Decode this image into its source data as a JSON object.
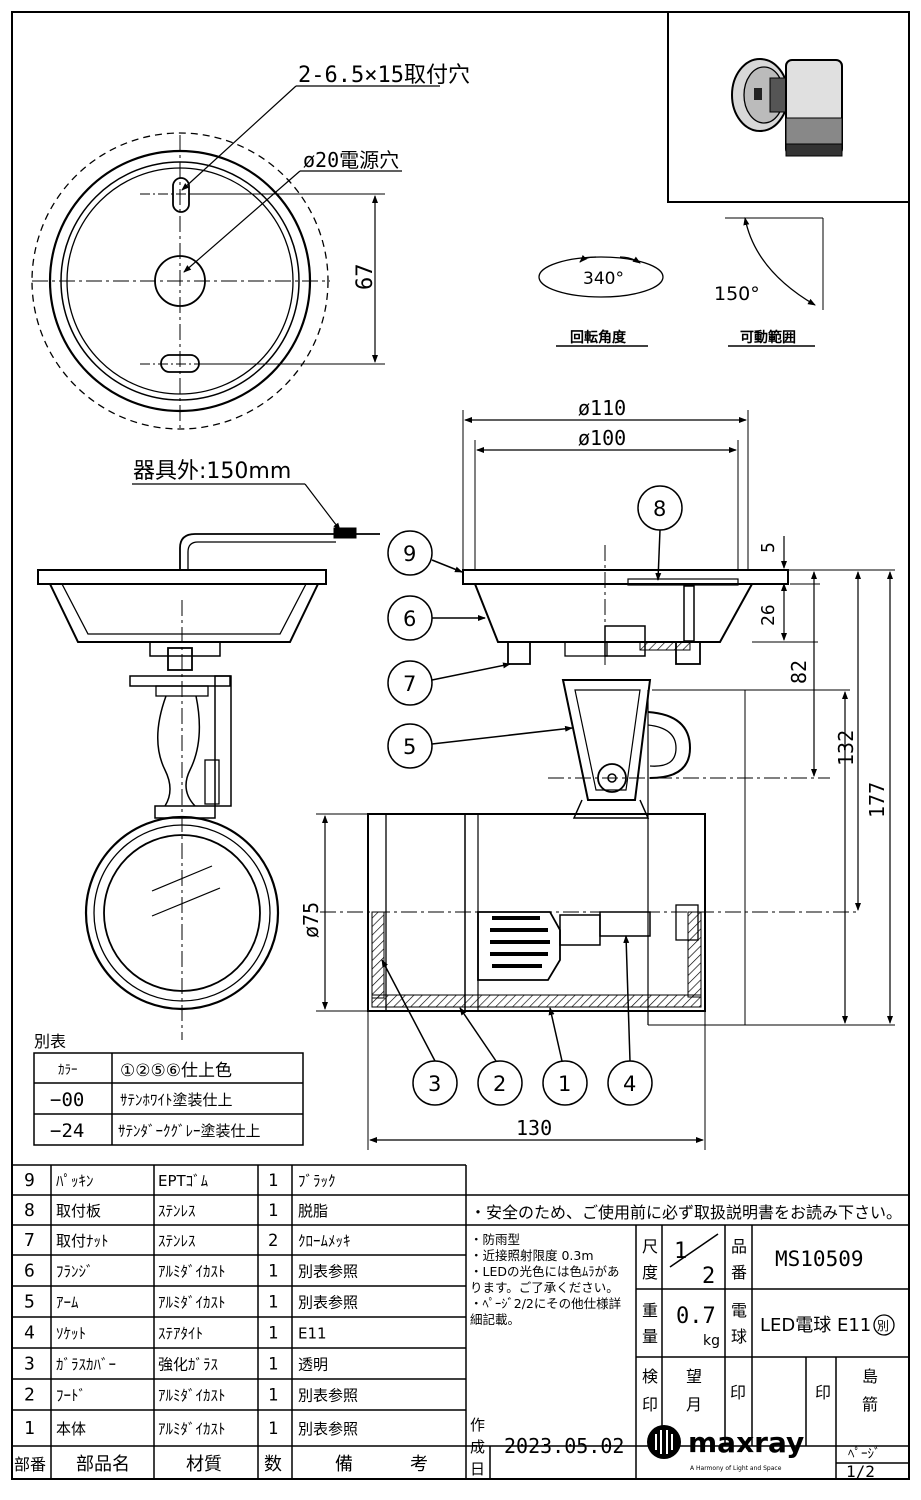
{
  "top_view": {
    "hole_label": "2-6.5×15取付穴",
    "power_hole_label": "ø20電源穴",
    "dim_67": "67"
  },
  "rotation": {
    "angle": "340°",
    "label": "回転角度"
  },
  "movable": {
    "angle": "150°",
    "label": "可動範囲"
  },
  "cable_label": "器具外:150mm",
  "dims": {
    "d110": "ø110",
    "d100": "ø100",
    "d5": "5",
    "d26": "26",
    "d82": "82",
    "d132": "132",
    "d177": "177",
    "d75": "ø75",
    "d130": "130"
  },
  "balloons": [
    "9",
    "6",
    "7",
    "5",
    "8",
    "3",
    "2",
    "1",
    "4"
  ],
  "betsuhyo": {
    "title": "別表",
    "header": [
      "ｶﾗｰ",
      "①②⑤⑥仕上色"
    ],
    "rows": [
      [
        "−00",
        "ｻﾃﾝﾎﾜｲﾄ塗装仕上"
      ],
      [
        "−24",
        "ｻﾃﾝﾀﾞｰｸｸﾞﾚｰ塗装仕上"
      ]
    ]
  },
  "parts": [
    [
      "9",
      "ﾊﾟｯｷﾝ",
      "EPTｺﾞﾑ",
      "1",
      "ﾌﾞﾗｯｸ"
    ],
    [
      "8",
      "取付板",
      "ｽﾃﾝﾚｽ",
      "1",
      "脱脂"
    ],
    [
      "7",
      "取付ﾅｯﾄ",
      "ｽﾃﾝﾚｽ",
      "2",
      "ｸﾛｰﾑﾒｯｷ"
    ],
    [
      "6",
      "ﾌﾗﾝｼﾞ",
      "ｱﾙﾐﾀﾞｲｶｽﾄ",
      "1",
      "別表参照"
    ],
    [
      "5",
      "ｱｰﾑ",
      "ｱﾙﾐﾀﾞｲｶｽﾄ",
      "1",
      "別表参照"
    ],
    [
      "4",
      "ｿｹｯﾄ",
      "ｽﾃｱﾀｲﾄ",
      "1",
      "E11"
    ],
    [
      "3",
      "ｶﾞﾗｽｶﾊﾞｰ",
      "強化ｶﾞﾗｽ",
      "1",
      "透明"
    ],
    [
      "2",
      "ﾌｰﾄﾞ",
      "ｱﾙﾐﾀﾞｲｶｽﾄ",
      "1",
      "別表参照"
    ],
    [
      "1",
      "本体",
      "ｱﾙﾐﾀﾞｲｶｽﾄ",
      "1",
      "別表参照"
    ]
  ],
  "parts_header": [
    "部番",
    "部品名",
    "材質",
    "数",
    "備",
    "考"
  ],
  "safety": "・安全のため、ご使用前に必ず取扱説明書をお読み下さい。",
  "notes": [
    "・防雨型",
    "・近接照射限度 0.3m",
    "・LEDの光色には色ﾑﾗがあ",
    "ります。ご了承ください。",
    "・ﾍﾟｰｼﾞ2/2にその他仕様詳",
    "細記載。"
  ],
  "title_block": {
    "scale_label": [
      "尺",
      "度"
    ],
    "scale_num": "1",
    "scale_den": "2",
    "hinban_label": [
      "品",
      "番"
    ],
    "hinban": "MS10509",
    "weight_label": [
      "重",
      "量"
    ],
    "weight": "0.7",
    "weight_unit": "kg",
    "bulb_label": [
      "電",
      "球"
    ],
    "bulb": "LED電球 E11",
    "bulb_badge": "別",
    "kenin_label": [
      "検",
      "印"
    ],
    "kenin_name": [
      "望",
      "月"
    ],
    "in1": "印",
    "in2": "印",
    "approver": [
      "島",
      "箭"
    ],
    "date_label": [
      "作",
      "成",
      "日"
    ],
    "date": "2023.05.02",
    "brand": "maxray",
    "tagline": "A Harmony of Light and Space",
    "page_label": "ﾍﾟｰｼﾞ",
    "page": "1/2"
  }
}
